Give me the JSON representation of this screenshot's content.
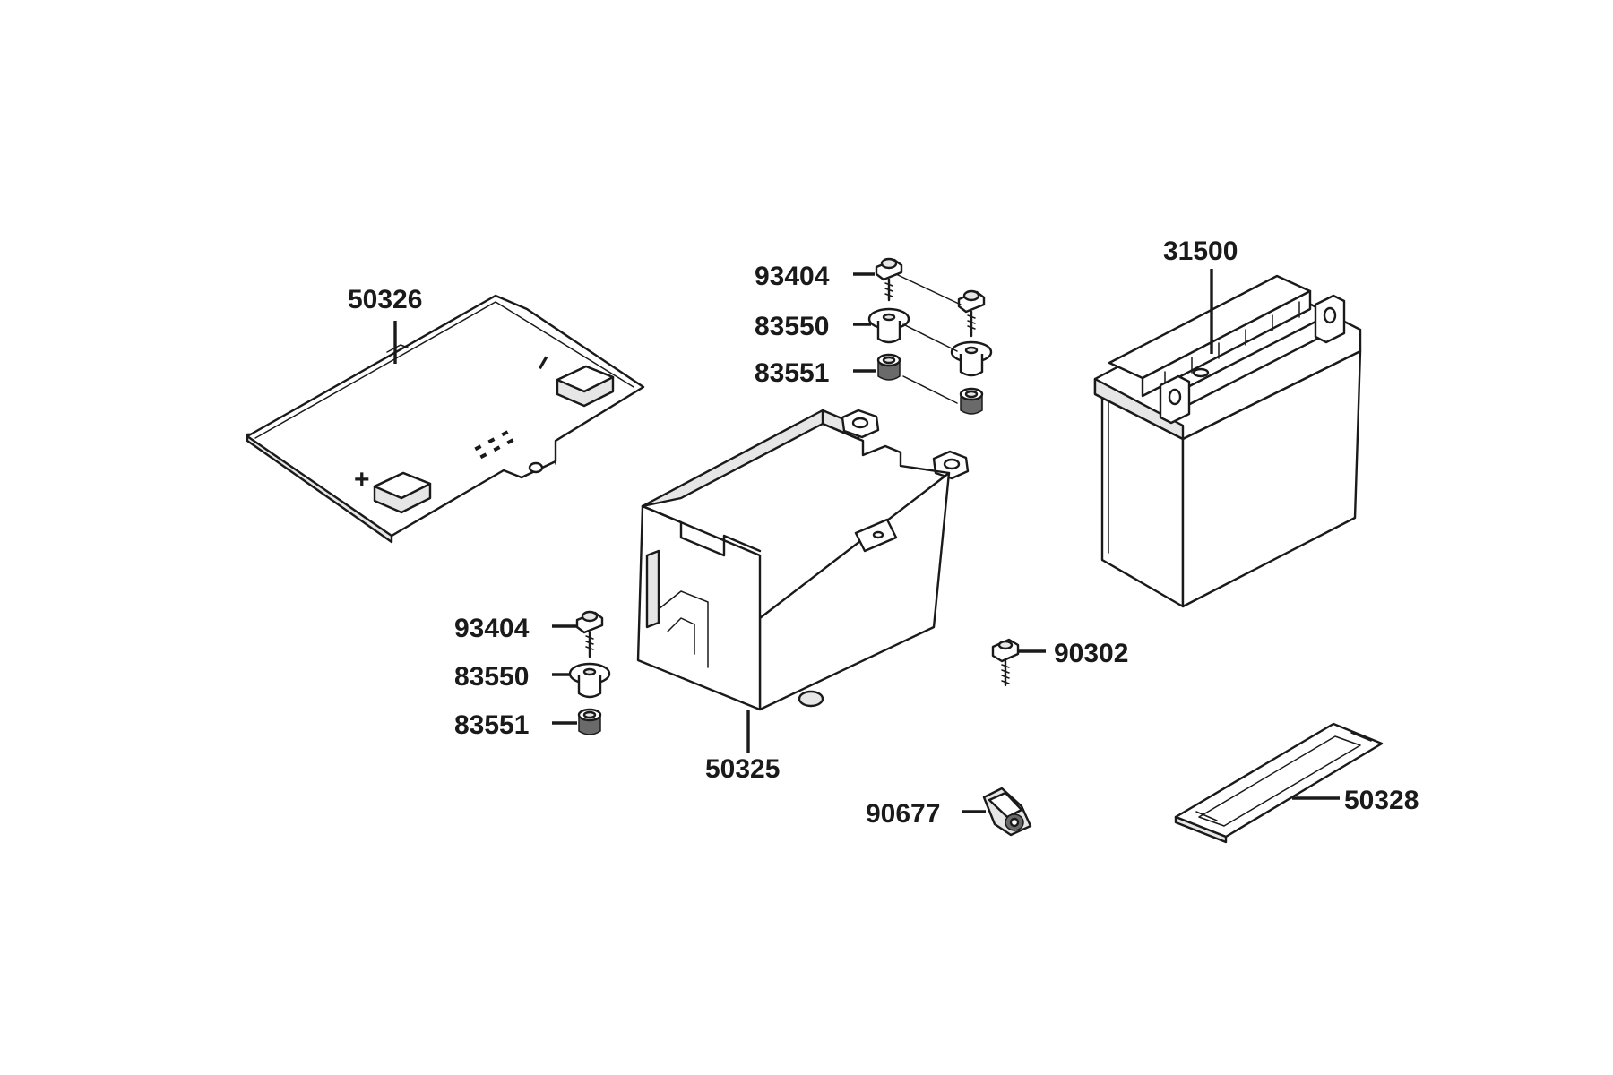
{
  "parts": {
    "cover": "50326",
    "tray": "50325",
    "battery": "31500",
    "strap": "50328",
    "top_bolt": "93404",
    "top_collar": "83550",
    "top_grommet": "83551",
    "side_bolt": "93404",
    "side_collar": "83550",
    "side_grommet": "83551",
    "flange_bolt": "90302",
    "clip_nut": "90677"
  },
  "cover_symbols": {
    "plus": "+",
    "minus": "−"
  }
}
